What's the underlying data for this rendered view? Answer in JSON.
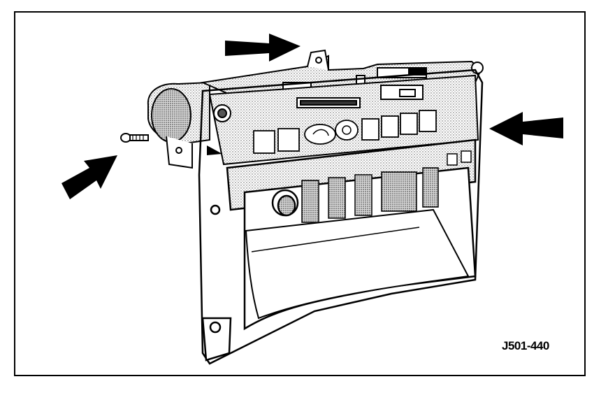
{
  "figure": {
    "label": "J501-440",
    "subject": "console-bezel-with-hvac-controls",
    "arrow_icon": "solid-arrow-pointer",
    "arrow_count": 4
  },
  "colors": {
    "background": "#ffffff",
    "line": "#000000",
    "shade": "#cfcfcf",
    "dark_shade": "#9a9a9a"
  }
}
